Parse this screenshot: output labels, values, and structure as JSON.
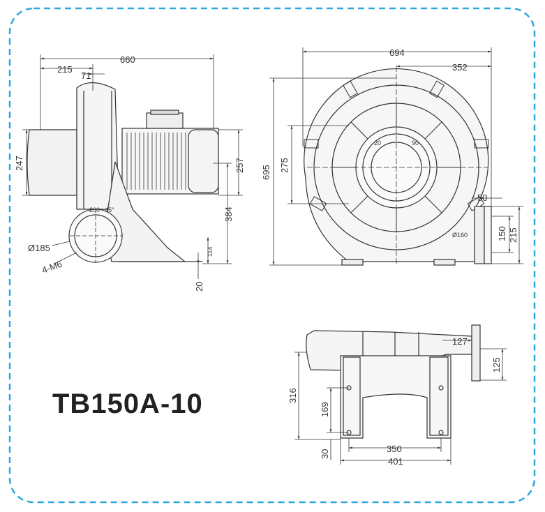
{
  "model": "TB150A-10",
  "colors": {
    "frame": "#2ea8dc",
    "line": "#333333",
    "fill": "#f2f2f2"
  },
  "side_view": {
    "dims": {
      "overall_length": "660",
      "inlet_offset": "215",
      "flange_thick": "71",
      "motor_height": "247",
      "motor_dia": "257",
      "shaft_height": "384",
      "base_offset": "114",
      "base_thick": "20",
      "inlet_dia": "Ø185",
      "bolt_spec": "4-M6",
      "bolt_circle_a": "200",
      "bolt_circle_b": "45°"
    }
  },
  "front_view": {
    "dims": {
      "overall_width": "694",
      "half_width": "352",
      "overall_height": "695",
      "center_height": "275",
      "outlet_offset": "50",
      "outlet_inner": "150",
      "outlet_outer": "215",
      "outlet_dia": "Ø160",
      "angle_a": "20",
      "angle_b": "90"
    }
  },
  "bottom_view": {
    "dims": {
      "flange_offset": "127",
      "flange_width": "125",
      "base_depth": "316",
      "hole_spacing_y": "169",
      "hole_edge": "30",
      "hole_spacing_x": "350",
      "base_width": "401"
    }
  }
}
